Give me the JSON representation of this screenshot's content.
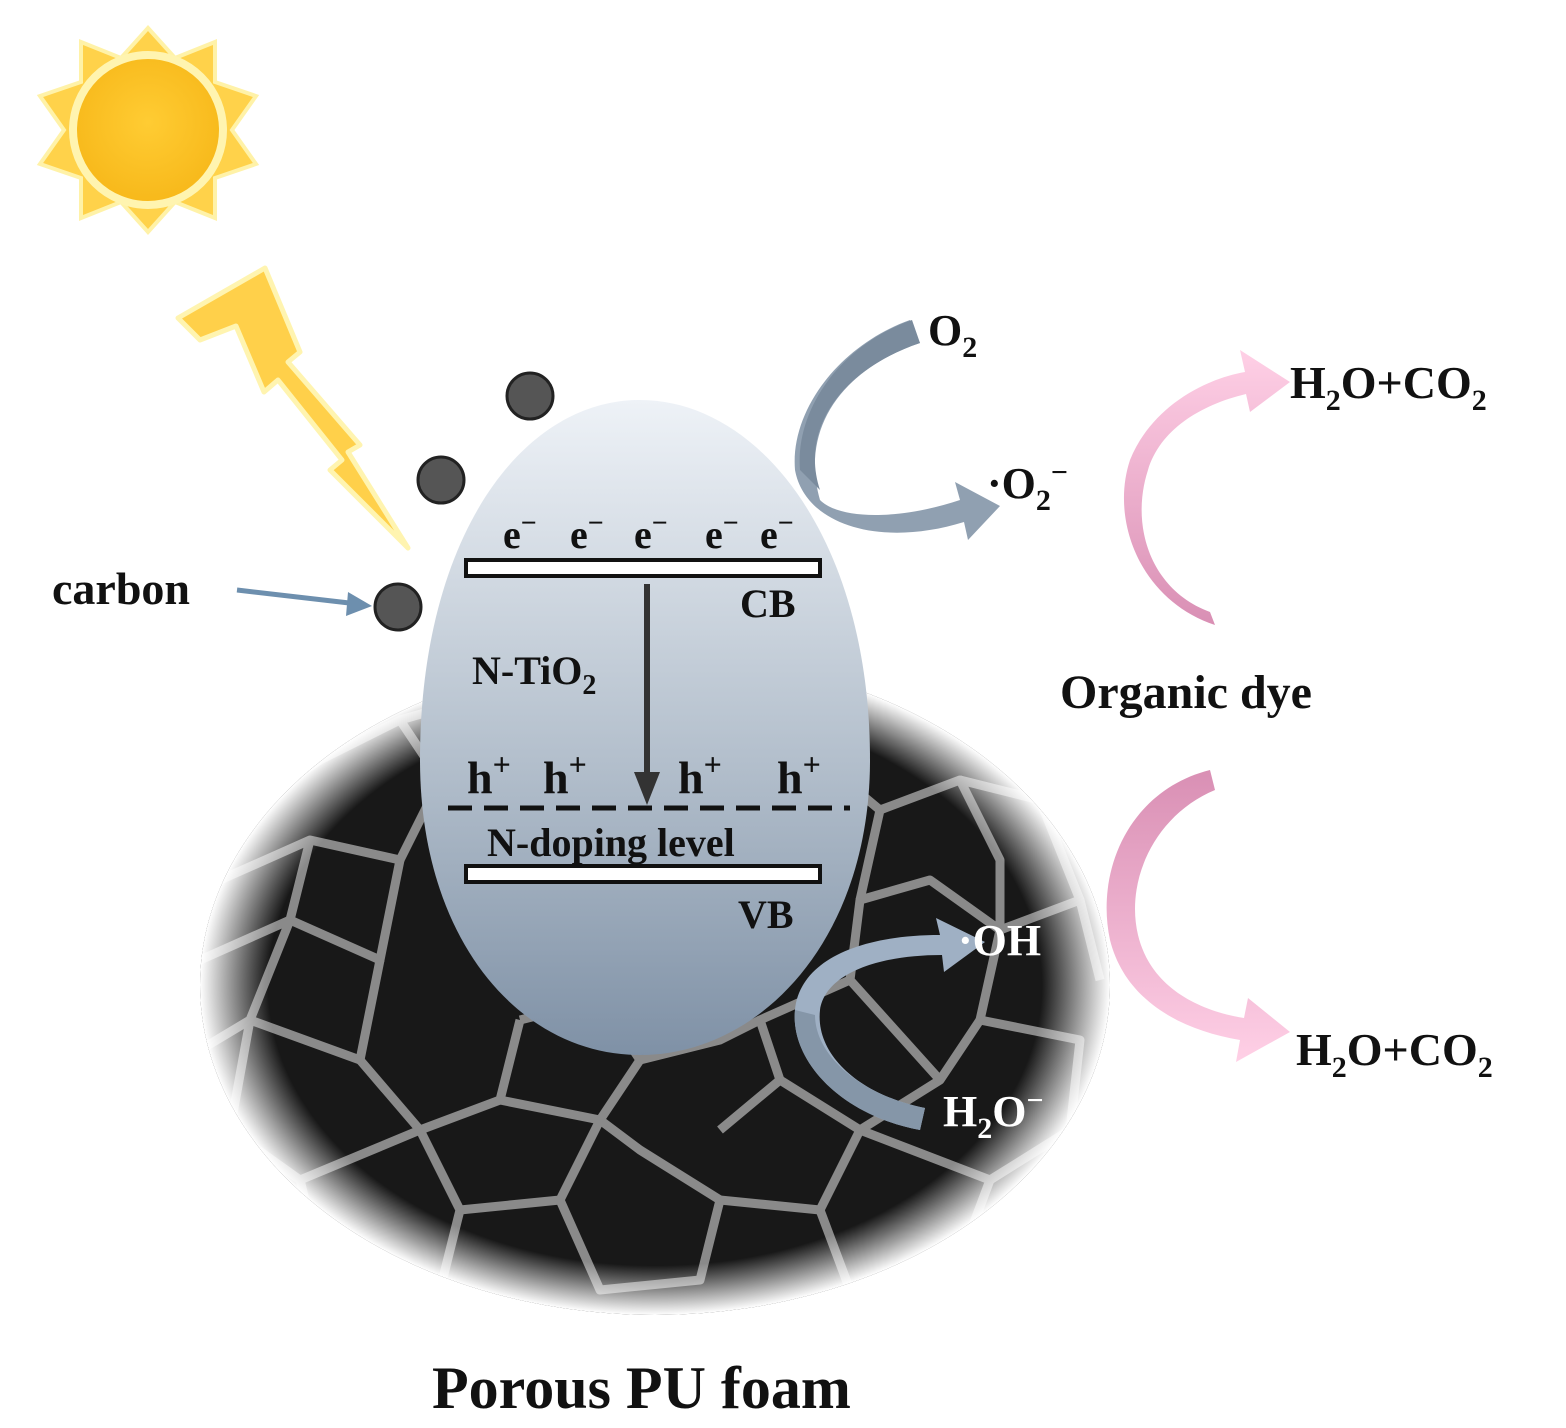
{
  "labels": {
    "carbon": "carbon",
    "electron": "e",
    "electron_sup": "−",
    "cb": "CB",
    "vb": "VB",
    "catalyst_main": "N-TiO",
    "catalyst_sub": "2",
    "hole": "h",
    "hole_sup": "+",
    "doping_level": "N-doping level",
    "o2_main": "O",
    "o2_sub": "2",
    "superoxide_main": "·O",
    "superoxide_sub": "2",
    "superoxide_sup": "−",
    "product_top_a": "H",
    "product_top_b": "2",
    "product_top_c": "O+CO",
    "product_top_d": "2",
    "organic_dye": "Organic dye",
    "hydroxyl": "·OH",
    "water_main": "H",
    "water_sub": "2",
    "water_o": "O",
    "water_sup": "−",
    "product_bottom_a": "H",
    "product_bottom_b": "2",
    "product_bottom_c": "O+CO",
    "product_bottom_d": "2",
    "foam": "Porous PU foam"
  },
  "colors": {
    "sun": "#ffd24a",
    "lightning": "#ffd04a",
    "carbon_particle": "#555555",
    "egg_top": "#e9eef4",
    "egg_bottom": "#8797aa",
    "o2_arrow": "#7e8fa0",
    "oh_arrow": "#9fb0c4",
    "pink_arrow": "#f0a8cf",
    "foam_dark": "#1c1c1c",
    "foam_strut": "#7d7d7d"
  }
}
